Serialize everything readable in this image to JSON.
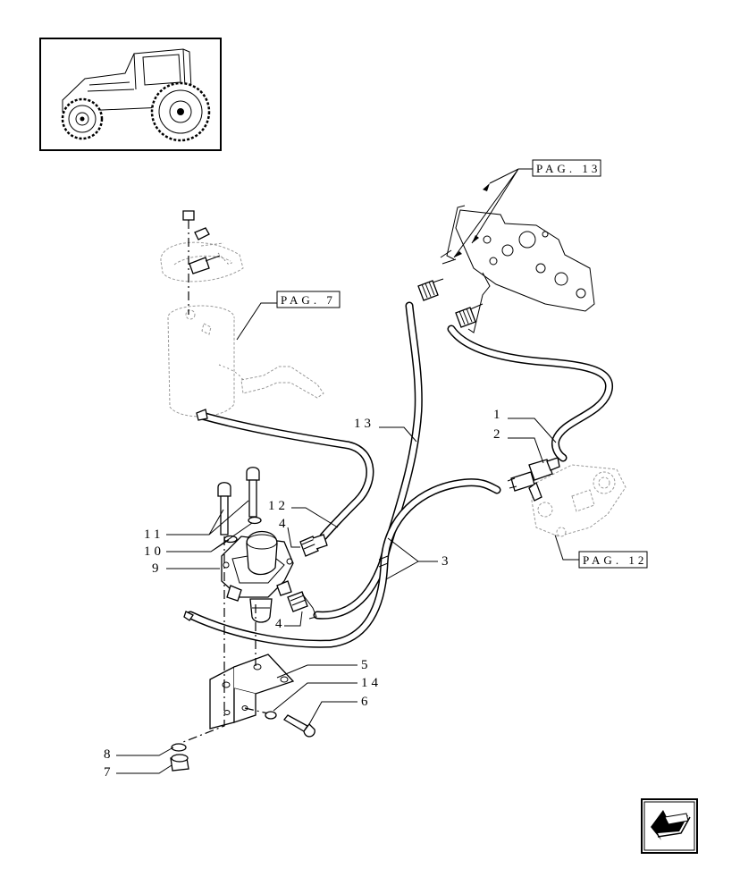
{
  "page_refs": {
    "pag_13": "PAG. 13",
    "pag_7": "PAG. 7",
    "pag_12": "PAG. 12"
  },
  "part_labels": {
    "p1": "1",
    "p2": "2",
    "p3": "3",
    "p4a": "4",
    "p4b": "4",
    "p5": "5",
    "p6": "6",
    "p7": "7",
    "p8": "8",
    "p9": "9",
    "p10": "10",
    "p11": "11",
    "p12": "12",
    "p13": "13",
    "p14": "14"
  },
  "icons": {
    "thumbnail": "tractor-thumbnail-icon",
    "navigation": "return-arrow-icon"
  },
  "colors": {
    "line": "#000000",
    "background": "#ffffff"
  }
}
